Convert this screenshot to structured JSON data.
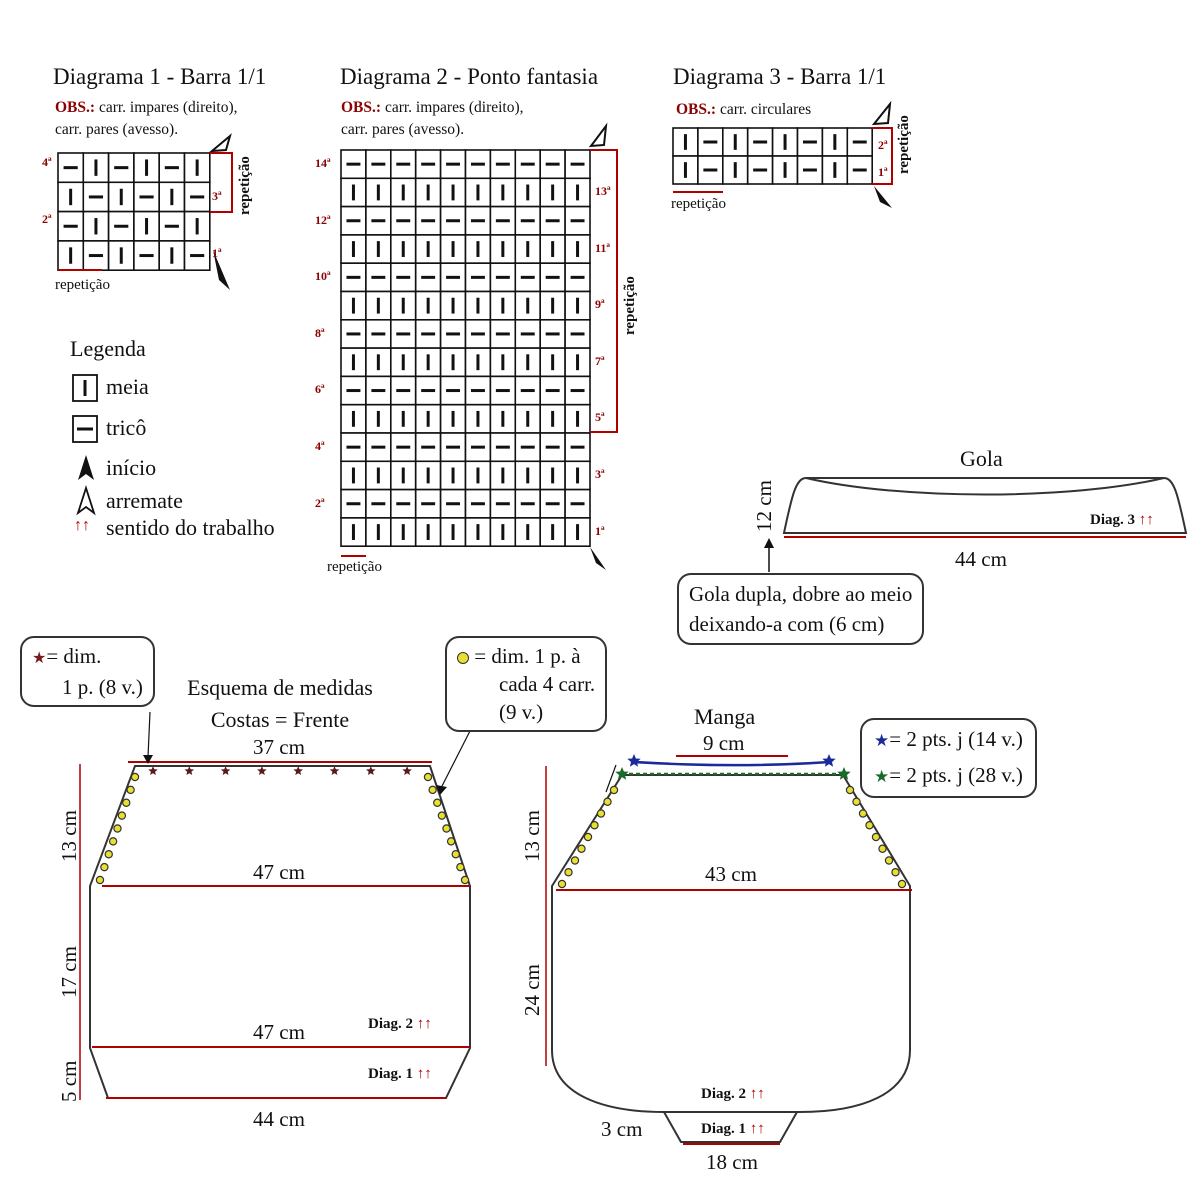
{
  "colors": {
    "red": "#b00000",
    "darkred": "#8b0000",
    "olive": "#b5b540",
    "blue": "#1a2a9a",
    "green": "#1a6b2a",
    "star_brown": "#5a1a1a"
  },
  "diagram1": {
    "title": "Diagrama 1 - Barra 1/1",
    "obs_label": "OBS.:",
    "obs_line1": " carr. impares (direito),",
    "obs_line2": "carr. pares (avesso).",
    "rows": [
      "4ª",
      "3ª",
      "2ª",
      "1ª"
    ],
    "repeat_side": "repetição",
    "repeat_bottom": "repetição"
  },
  "diagram2": {
    "title": "Diagrama 2 - Ponto fantasia",
    "obs_label": "OBS.:",
    "obs_line1": " carr. impares (direito),",
    "obs_line2": "carr. pares (avesso).",
    "left_rows": [
      "14ª",
      "12ª",
      "10ª",
      "8ª",
      "6ª",
      "4ª",
      "2ª"
    ],
    "right_rows": [
      "13ª",
      "11ª",
      "9ª",
      "7ª",
      "5ª",
      "3ª",
      "1ª"
    ],
    "repeat_side": "repetição",
    "repeat_bottom": "repetição"
  },
  "diagram3": {
    "title": "Diagrama 3 - Barra 1/1",
    "obs_label": "OBS.:",
    "obs_line1": " carr. circulares",
    "rows": [
      "2ª",
      "1ª"
    ],
    "repeat_side": "repetição",
    "repeat_bottom": "repetição"
  },
  "legend": {
    "title": "Legenda",
    "items": [
      {
        "icon": "knit-symbol",
        "label": "meia"
      },
      {
        "icon": "purl-symbol",
        "label": "tricô"
      },
      {
        "icon": "start-arrow",
        "label": "início"
      },
      {
        "icon": "finish-arrow",
        "label": "arremate"
      },
      {
        "icon": "direction-arrows",
        "symbol": "↑↑",
        "label": "sentido do trabalho"
      }
    ]
  },
  "gola": {
    "title": "Gola",
    "height": "12 cm",
    "width": "44 cm",
    "tag": "Diag. 3",
    "tag_arrows": "↑↑",
    "note_line1": "Gola dupla, dobre ao meio",
    "note_line2": "deixando-a com (6 cm)"
  },
  "body": {
    "title_line1": "Esquema de medidas",
    "title_line2": "Costas = Frente",
    "star_note_symbol": "★",
    "star_note_line1": "= dim.",
    "star_note_line2": "1 p. (8 v.)",
    "dot_note_line1": "= dim. 1 p. à",
    "dot_note_line2": "cada 4 carr.",
    "dot_note_line3": "(9 v.)",
    "top_width": "37 cm",
    "mid_width": "47 cm",
    "lower_width": "47 cm",
    "bottom_width": "44 cm",
    "h_top": "13 cm",
    "h_mid": "17 cm",
    "h_bottom": "5 cm",
    "tag_diag2": "Diag. 2",
    "tag_diag1": "Diag. 1",
    "tag_arrows": "↑↑"
  },
  "sleeve": {
    "title": "Manga",
    "top_width": "9 cm",
    "mid_width": "43 cm",
    "cuff_width": "18 cm",
    "h_top": "13 cm",
    "h_mid": "24 cm",
    "h_cuff": "3 cm",
    "tag_diag2": "Diag. 2",
    "tag_diag1": "Diag. 1",
    "tag_arrows": "↑↑",
    "blue_note": "= 2 pts. j (14 v.)",
    "green_note": "= 2 pts. j (28 v.)",
    "star_symbol": "★"
  }
}
